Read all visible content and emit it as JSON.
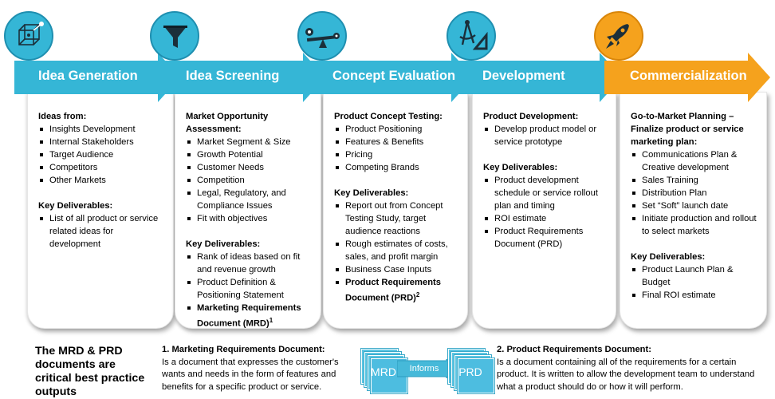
{
  "stages": [
    {
      "title": "Idea Generation",
      "icon": "cube-icon",
      "blocks": [
        {
          "heading": "Ideas from:",
          "items": [
            {
              "text": "Insights Development"
            },
            {
              "text": "Internal Stakeholders"
            },
            {
              "text": "Target Audience"
            },
            {
              "text": "Competitors"
            },
            {
              "text": "Other Markets"
            }
          ]
        },
        {
          "heading": "Key Deliverables:",
          "items": [
            {
              "text": "List of all product or service related ideas for development"
            }
          ]
        }
      ]
    },
    {
      "title": "Idea Screening",
      "icon": "funnel-icon",
      "blocks": [
        {
          "heading": "Market Opportunity Assessment:",
          "items": [
            {
              "text": "Market Segment  & Size"
            },
            {
              "text": "Growth Potential"
            },
            {
              "text": "Customer Needs"
            },
            {
              "text": "Competition"
            },
            {
              "text": "Legal, Regulatory, and Compliance Issues"
            },
            {
              "text": "Fit with objectives"
            }
          ]
        },
        {
          "heading": "Key Deliverables:",
          "items": [
            {
              "text": "Rank of ideas based on fit and revenue  growth"
            },
            {
              "text": "Product Definition & Positioning Statement"
            },
            {
              "text": "Marketing Requirements Document (MRD)",
              "sup": "1",
              "bold": true
            }
          ]
        }
      ]
    },
    {
      "title": "Concept Evaluation",
      "icon": "balance-scale-icon",
      "blocks": [
        {
          "heading": "Product Concept Testing:",
          "items": [
            {
              "text": "Product Positioning"
            },
            {
              "text": "Features & Benefits"
            },
            {
              "text": "Pricing"
            },
            {
              "text": "Competing Brands"
            }
          ]
        },
        {
          "heading": "Key Deliverables:",
          "items": [
            {
              "text": "Report out from Concept Testing Study, target audience reactions"
            },
            {
              "text": "Rough estimates of costs, sales, and profit margin"
            },
            {
              "text": "Business Case Inputs"
            },
            {
              "text": "Product Requirements Document (PRD)",
              "sup": "2",
              "bold": true
            }
          ]
        }
      ]
    },
    {
      "title": "Development",
      "icon": "drafting-tools-icon",
      "blocks": [
        {
          "heading": "Product Development:",
          "items": [
            {
              "text": "Develop product model or service prototype"
            }
          ]
        },
        {
          "heading": "Key Deliverables:",
          "items": [
            {
              "text": "Product development schedule or service rollout plan and timing"
            },
            {
              "text": "ROI estimate"
            },
            {
              "text": "Product Requirements Document (PRD)"
            }
          ]
        }
      ]
    },
    {
      "title": "Commercialization",
      "icon": "rocket-icon",
      "blocks": [
        {
          "heading": "Go-to-Market Planning – Finalize product or service marketing plan:",
          "items": [
            {
              "text": "Communications Plan & Creative development"
            },
            {
              "text": "Sales Training"
            },
            {
              "text": "Distribution Plan"
            },
            {
              "text": "Set “Soft” launch date"
            },
            {
              "text": "Initiate production and rollout to select markets"
            }
          ]
        },
        {
          "heading": "Key Deliverables:",
          "items": [
            {
              "text": "Product Launch Plan & Budget"
            },
            {
              "text": "Final ROI estimate"
            }
          ]
        }
      ]
    }
  ],
  "footer": {
    "title": "The MRD & PRD documents are critical best practice outputs",
    "mrd_heading": "1. Marketing Requirements Document:",
    "mrd_text": "Is a document that expresses the customer's wants and needs in the form of features and benefits for a specific product or service.",
    "prd_heading": "2. Product Requirements Document:",
    "prd_text": "Is a document containing all of the requirements for a certain product. It is written to allow the development  team to understand what a product should do or how it will perform.",
    "mrd_label": "MRD",
    "prd_label": "PRD",
    "informs_label": "Informs"
  },
  "colors": {
    "blue": "#35b6d6",
    "orange": "#f5a21d"
  }
}
